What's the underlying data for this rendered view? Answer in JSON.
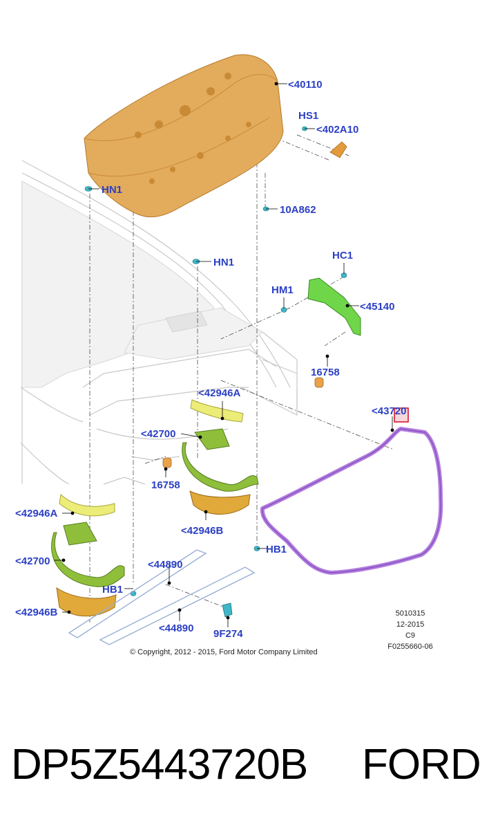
{
  "diagram": {
    "labels": {
      "l40110": "<40110",
      "hs1": "HS1",
      "l402a10": "<402A10",
      "hn1_top": "HN1",
      "l10a862": "10A862",
      "hn1_mid": "HN1",
      "hc1": "HC1",
      "hm1": "HM1",
      "l45140": "<45140",
      "l16758_a": "16758",
      "l42946a_a": "<42946A",
      "l43720": "<43720",
      "l42700_a": "<42700",
      "l16758_b": "16758",
      "l42946a_b": "<42946A",
      "l42946b_a": "<42946B",
      "hb1_r": "HB1",
      "l42700_b": "<42700",
      "l44890_a": "<44890",
      "hb1_l": "HB1",
      "l42946b_b": "<42946B",
      "l44890_b": "<44890",
      "l9f274": "9F274"
    },
    "meta": {
      "line1": "5010315",
      "line2": "12-2015",
      "line3": "C9",
      "line4": "F0255660-06"
    },
    "copyright": "© Copyright, 2012 - 2015, Ford Motor Company Limited",
    "colors": {
      "callout": "#2b3fc4",
      "trunk_lid": "#e3ab5c",
      "hinge": "#8fbf3a",
      "bracket_green": "#6fd64a",
      "yellow_part": "#ecec78",
      "orange_part": "#e0a93a",
      "seal": "#b27fe0",
      "highlight_box": "#d9162b"
    }
  },
  "caption": {
    "part_number": "DP5Z5443720B",
    "brand": "FORD"
  }
}
